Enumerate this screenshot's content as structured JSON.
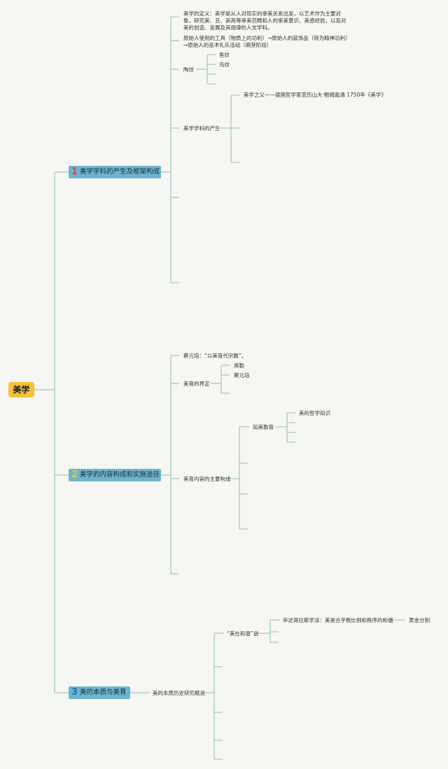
{
  "root": {
    "label": "美学"
  },
  "colors": {
    "root_fill": "#f3c13a",
    "branch_fill": "#6cb5cf",
    "line": "#8fbfb6",
    "num1": "#e8404f",
    "num2": "#f3c13a",
    "num3": "#2c6fb0"
  },
  "branches": [
    {
      "num": "1",
      "label": "美学学科的产生及框架构成",
      "definition": "美学的定义：美学是从人对现实的审美关系出发，以艺术作为主要对象，研究美、丑、崇高等审美范畴和人的审美意识、美感经验，以及对美的创造、发展及其规律的人文学科。",
      "origin": "原始人使用的工具（物质上的功利）→原始人的装饰品（转为精神功利）→原始人的巫术礼乐活动（萌芽阶段）",
      "pottery": {
        "label": "陶纹",
        "children": [
          "鱼纹",
          "鸟纹"
        ]
      },
      "birth": {
        "label": "美学学科的产生",
        "father": "美学之父——德国哲学家亚历山大·鲍姆嘉通 1750年《美学》"
      }
    },
    {
      "num": "2",
      "label": "美学的内容构成和实施途径",
      "cai": "蔡元培：“以美育代宗教”。",
      "define": {
        "label": "美育的界定",
        "children": [
          "席勒",
          "蔡元培"
        ]
      },
      "content": {
        "label": "美育内容的主要构成",
        "zhimei": "知美教育",
        "philosophy": "美的哲学知识"
      }
    },
    {
      "num": "3",
      "label": "美的本质与美育",
      "history": "美的本质历史研究概说",
      "harmony": "“美在和谐”说",
      "pythagoras": "毕达哥拉斯学派：美是合乎数比例和秩序的和谐",
      "golden": "黄金分割"
    }
  ]
}
